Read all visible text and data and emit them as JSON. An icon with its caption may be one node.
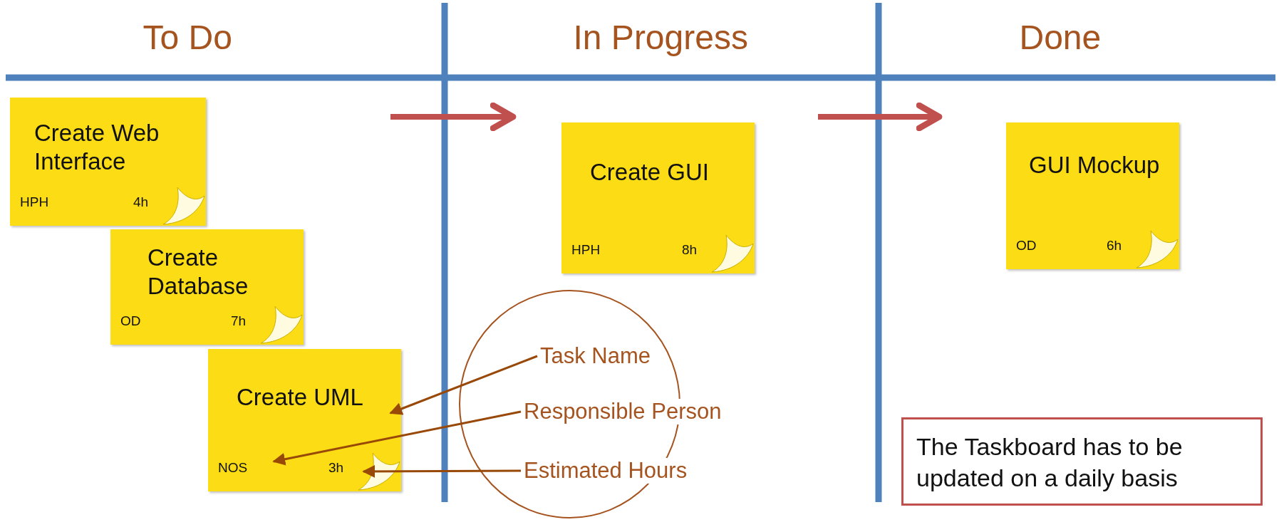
{
  "diagram": {
    "nodes": [
      {
        "text": [
          "Create Web Interface",
          "HPH",
          "4h"
        ]
      },
      {
        "text": [
          "Create Database",
          "OD",
          "7h"
        ]
      },
      {
        "text": [
          "Create UML",
          "NOS",
          "3h"
        ]
      },
      {
        "text": [
          "Create GUI",
          "HPH",
          "8h"
        ]
      },
      {
        "text": [
          "GUI Mockup",
          "OD",
          "6h"
        ]
      },
      {
        "text": [],
        "shape": "ellipse"
      },
      {
        "text": [
          "Task Name"
        ],
        "in": 5
      },
      {
        "text": [
          "Responsible Person"
        ]
      },
      {
        "text": [
          "Estimated Hours"
        ],
        "in": 5
      },
      {
        "text": [
          "The Taskboard has to be updated on a daily basis"
        ]
      }
    ],
    "edges": [
      {
        "from": 6,
        "to": 2,
        "arrow": "to"
      },
      {
        "from": 7,
        "to": 2,
        "arrow": "to"
      },
      {
        "from": 8,
        "to": 2,
        "arrow": "to"
      }
    ],
    "labels": [
      "To Do",
      "In Progress",
      "Done"
    ]
  }
}
